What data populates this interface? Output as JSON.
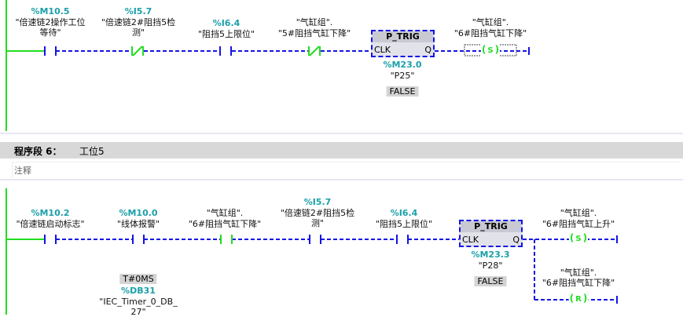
{
  "network5": {
    "contacts": [
      {
        "addr": "%M10.5",
        "sym1": "\"倍速链2操作工位",
        "sym2": "等待\"",
        "type": "NO"
      },
      {
        "addr": "%I5.7",
        "sym1": "\"倍速链2#阻挡5检",
        "sym2": "测\"",
        "type": "NC"
      },
      {
        "addr": "%I6.4",
        "sym1": "\"阻挡5上限位\"",
        "type": "NO"
      },
      {
        "addr": "",
        "sym1": "\"气缸组\".",
        "sym2": "\"5#阻挡气缸下降\"",
        "type": "NC"
      }
    ],
    "ptrig": {
      "title": "P_TRIG",
      "clk": "CLK",
      "q": "Q",
      "addr": "%M23.0",
      "sym": "\"P25\"",
      "value": "FALSE"
    },
    "coil": {
      "sym1": "\"气缸组\".",
      "sym2": "\"6#阻挡气缸下降\"",
      "type": "S"
    }
  },
  "network6": {
    "header": {
      "label": "程序段 6：",
      "title": "工位5"
    },
    "comment": "注释",
    "contacts": [
      {
        "addr": "%M10.2",
        "sym1": "\"倍速链启动标志\""
      },
      {
        "addr": "%M10.0",
        "sym1": "\"线体报警\""
      },
      {
        "addr": "",
        "sym1": "\"气缸组\".",
        "sym2": "\"6#阻挡气缸下降\""
      },
      {
        "addr": "%I5.7",
        "sym1": "\"倍速链2#阻挡5检",
        "sym2": "测\""
      },
      {
        "addr": "%I6.4",
        "sym1": "\"阻挡5上限位\""
      }
    ],
    "timer": {
      "value": "T#0MS",
      "addr": "%DB31",
      "sym1": "\"IEC_Timer_0_DB_",
      "sym2": "27\""
    },
    "ptrig": {
      "title": "P_TRIG",
      "clk": "CLK",
      "q": "Q",
      "addr": "%M23.3",
      "sym": "\"P28\"",
      "value": "FALSE"
    },
    "coils": [
      {
        "sym1": "\"气缸组\".",
        "sym2": "\"6#阻挡气缸上升\"",
        "type": "S"
      },
      {
        "sym1": "\"气缸组\".",
        "sym2": "\"6#阻挡气缸下降\"",
        "type": "R"
      }
    ]
  },
  "colors": {
    "powered": "#22dd22",
    "unpowered": "#1414e6",
    "address": "#1a9fa8"
  }
}
